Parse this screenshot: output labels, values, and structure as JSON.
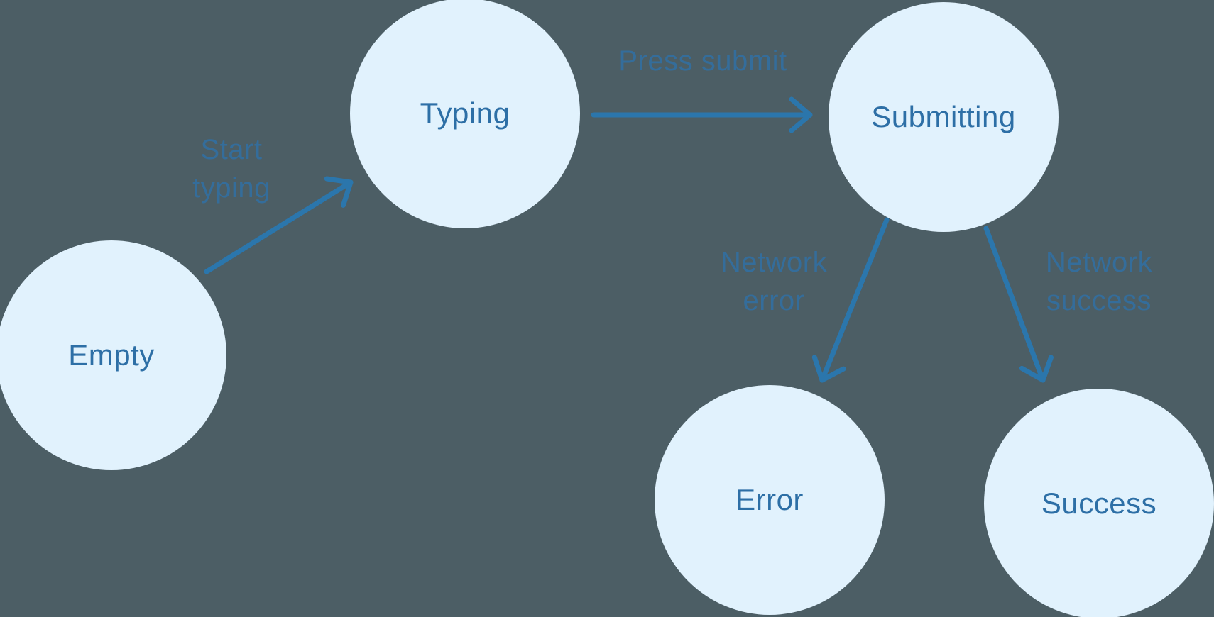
{
  "diagram": {
    "type": "state-machine",
    "nodes": [
      {
        "id": "empty",
        "label": "Empty"
      },
      {
        "id": "typing",
        "label": "Typing"
      },
      {
        "id": "submitting",
        "label": "Submitting"
      },
      {
        "id": "error",
        "label": "Error"
      },
      {
        "id": "success",
        "label": "Success"
      }
    ],
    "edges": [
      {
        "from": "empty",
        "to": "typing",
        "label": "Start typing"
      },
      {
        "from": "typing",
        "to": "submitting",
        "label": "Press submit"
      },
      {
        "from": "submitting",
        "to": "error",
        "label": "Network error"
      },
      {
        "from": "submitting",
        "to": "success",
        "label": "Network success"
      }
    ]
  },
  "colors": {
    "background": "#4c5e65",
    "node_fill": "#e1f2fd",
    "node_text": "#2d6fa6",
    "arrow": "#2b76ac",
    "edge_label": "#336fa0"
  }
}
